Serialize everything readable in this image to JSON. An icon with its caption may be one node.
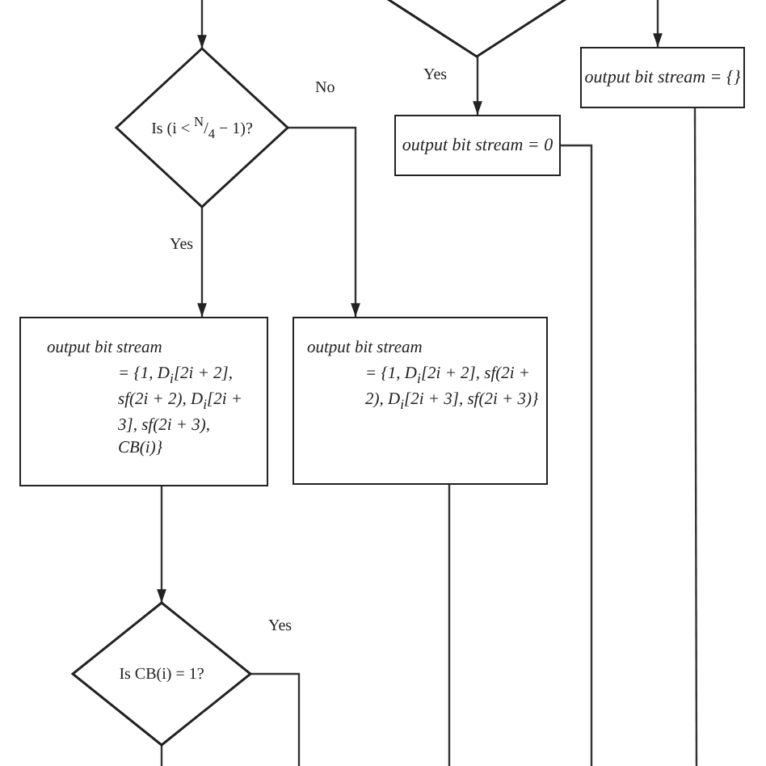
{
  "diagram": {
    "nodes": [
      {
        "text": [],
        "shape": "diamond"
      },
      {
        "text": [
          "output bit stream = {}"
        ]
      },
      {
        "text": [
          "Is (i < $^{N}$/$_{4}$ − 1)?"
        ]
      },
      {
        "text": [
          "output bit stream = 0"
        ]
      },
      {
        "text": [
          "output bit stream",
          "= {1, D$_{i}$[2i + 2], sf(2i + 2), D$_{i}$[2i + 3], sf(2i + 3), CB(i)}"
        ]
      },
      {
        "text": [
          "output bit stream",
          "= {1, D$_{i}$[2i + 2], sf(2i + 2), D$_{i}$[2i + 3], sf(2i + 3)}"
        ]
      },
      {
        "text": [
          "Is CB(i) = 1?"
        ]
      }
    ],
    "edges": [
      {
        "from": null,
        "to": 2,
        "arrow": "to"
      },
      {
        "from": null,
        "to": 1,
        "arrow": "to"
      },
      {
        "from": 0,
        "to": 3,
        "label": "Yes",
        "arrow": "to"
      },
      {
        "from": 2,
        "to": 4,
        "label": "Yes",
        "arrow": "to"
      },
      {
        "from": 2,
        "to": 5,
        "label": "No",
        "arrow": "to"
      },
      {
        "from": 1,
        "to": null,
        "arrow": "none"
      },
      {
        "from": 3,
        "to": null,
        "arrow": "none"
      },
      {
        "from": 4,
        "to": 6,
        "arrow": "to"
      },
      {
        "from": 5,
        "to": null,
        "arrow": "none"
      },
      {
        "from": 6,
        "to": null,
        "label": "Yes",
        "arrow": "none"
      },
      {
        "from": 6,
        "to": null,
        "arrow": "none"
      }
    ]
  }
}
